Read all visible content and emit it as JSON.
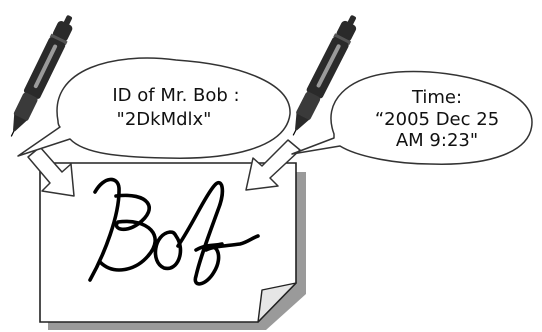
{
  "left_bubble": {
    "line1": "ID of Mr. Bob :",
    "line2": "\"2DkMdlx\""
  },
  "right_bubble": {
    "line1": "Time:",
    "line2": "“2005 Dec 25",
    "line3": "AM 9:23\""
  },
  "signature": {
    "text": "Bob"
  },
  "icons": {
    "pen": "pen-icon",
    "arrow": "arrow-icon",
    "paper": "paper-sheet"
  },
  "colors": {
    "outline": "#222222",
    "paper_shadow": "#9a9a9a",
    "pen_body": "#2a2a2a",
    "pen_highlight": "#9a9a9a"
  }
}
